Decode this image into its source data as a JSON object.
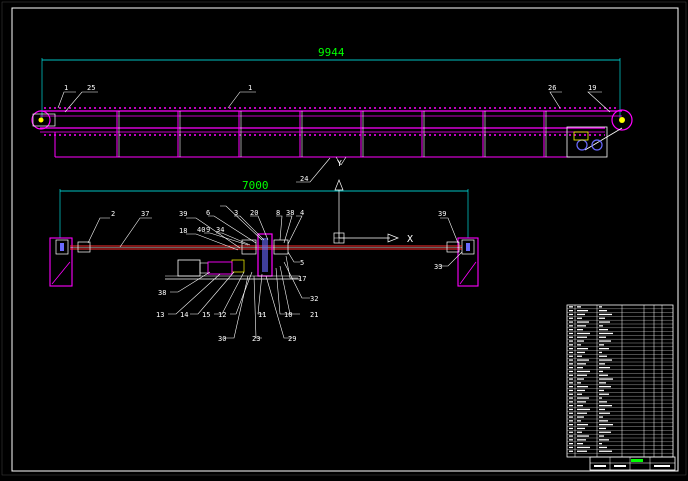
{
  "colors": {
    "background": "#000000",
    "frame": "#ffffff",
    "structure": "#ff00ff",
    "dimension": "#00ffff",
    "dimension_text": "#00ff00",
    "leader": "#ffffff",
    "table_block": "#ffffff",
    "red_line": "#ff3030",
    "yellow_part": "#ffff00",
    "blue_part": "#6a6aff"
  },
  "dimensions": {
    "top_length": "9944",
    "bottom_length": "7000"
  },
  "axes": {
    "y_label": "Y",
    "x_label": "X"
  },
  "top_labels": [
    "1",
    "25",
    "1",
    "26",
    "19",
    "24"
  ],
  "bottom_left_labels": [
    "2",
    "37",
    "39",
    "18",
    "40",
    "9",
    "34",
    "6",
    "3",
    "20",
    "8",
    "38",
    "4"
  ],
  "bottom_right_labels": [
    "39",
    "33"
  ],
  "bottom_lower_labels": [
    "5",
    "17",
    "32",
    "21",
    "10",
    "11",
    "12",
    "15",
    "14",
    "13",
    "38",
    "30",
    "23",
    "29"
  ],
  "title_block": {
    "caption": "",
    "revision": ""
  }
}
